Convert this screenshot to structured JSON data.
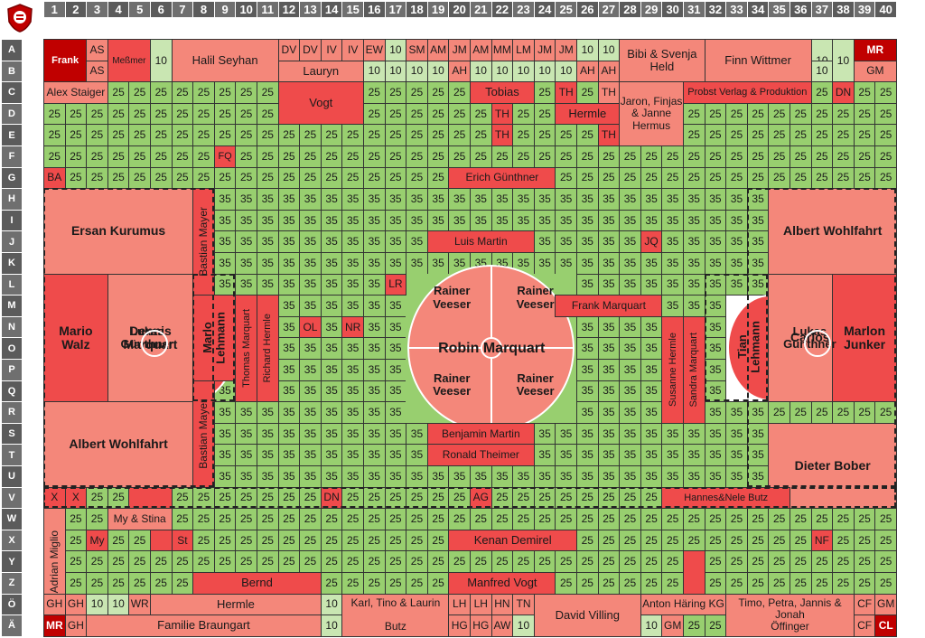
{
  "columns": [
    "1",
    "2",
    "3",
    "4",
    "5",
    "6",
    "7",
    "8",
    "9",
    "10",
    "11",
    "12",
    "13",
    "14",
    "15",
    "16",
    "17",
    "18",
    "19",
    "20",
    "21",
    "22",
    "23",
    "24",
    "25",
    "26",
    "27",
    "28",
    "29",
    "30",
    "31",
    "32",
    "33",
    "34",
    "35",
    "36",
    "37",
    "38",
    "39",
    "40"
  ],
  "rows": [
    "A",
    "B",
    "C",
    "D",
    "E",
    "F",
    "G",
    "H",
    "I",
    "J",
    "K",
    "L",
    "M",
    "N",
    "O",
    "P",
    "Q",
    "R",
    "S",
    "T",
    "U",
    "V",
    "W",
    "X",
    "Y",
    "Z",
    "Ö",
    "Ä"
  ],
  "colors": {
    "dark": "#c00000",
    "red": "#ef4b4b",
    "salmon": "#f4877a",
    "light": "#c9e6b2",
    "green": "#98cf6f",
    "grid": "#333333",
    "pitch": "#6fb84a"
  },
  "values": {
    "ten": "10",
    "twenty_five": "25",
    "thirty_five": "35"
  },
  "labels": [
    {
      "id": "frank",
      "text": "Frank"
    },
    {
      "id": "as1",
      "text": "AS"
    },
    {
      "id": "as2",
      "text": "AS"
    },
    {
      "id": "messmer",
      "text": "Meßmer"
    },
    {
      "id": "halil",
      "text": "Halil Seyhan"
    },
    {
      "id": "dv1",
      "text": "DV"
    },
    {
      "id": "dv2",
      "text": "DV"
    },
    {
      "id": "iv1",
      "text": "IV"
    },
    {
      "id": "iv2",
      "text": "IV"
    },
    {
      "id": "ew",
      "text": "EW"
    },
    {
      "id": "sm",
      "text": "SM"
    },
    {
      "id": "am1",
      "text": "AM"
    },
    {
      "id": "jm1",
      "text": "JM"
    },
    {
      "id": "am2",
      "text": "AM"
    },
    {
      "id": "mm",
      "text": "MM"
    },
    {
      "id": "lm",
      "text": "LM"
    },
    {
      "id": "jm2",
      "text": "JM"
    },
    {
      "id": "jm3",
      "text": "JM"
    },
    {
      "id": "bibi",
      "text": "Bibi & Svenja\nHeld"
    },
    {
      "id": "finn",
      "text": "Finn Wittmer"
    },
    {
      "id": "mr1",
      "text": "MR"
    },
    {
      "id": "gm1",
      "text": "GM"
    },
    {
      "id": "lauryn",
      "text": "Lauryn"
    },
    {
      "id": "ah1",
      "text": "AH"
    },
    {
      "id": "ah2",
      "text": "AH"
    },
    {
      "id": "ah3",
      "text": "AH"
    },
    {
      "id": "alex",
      "text": "Alex Staiger"
    },
    {
      "id": "vogt",
      "text": "Vogt"
    },
    {
      "id": "tobias",
      "text": "Tobias"
    },
    {
      "id": "th1",
      "text": "TH"
    },
    {
      "id": "th2",
      "text": "TH"
    },
    {
      "id": "th3",
      "text": "TH"
    },
    {
      "id": "th4",
      "text": "TH"
    },
    {
      "id": "th5",
      "text": "TH"
    },
    {
      "id": "hermle_top",
      "text": "Hermle"
    },
    {
      "id": "jaron",
      "text": "Jaron, Finjas\n& Janne\nHermus"
    },
    {
      "id": "probst",
      "text": "Probst Verlag & Produktion"
    },
    {
      "id": "dn1",
      "text": "DN"
    },
    {
      "id": "fq",
      "text": "FQ"
    },
    {
      "id": "ba",
      "text": "BA"
    },
    {
      "id": "erich",
      "text": "Erich Günthner"
    },
    {
      "id": "ersan",
      "text": "Ersan Kurumus"
    },
    {
      "id": "albert1",
      "text": "Albert Wohlfahrt"
    },
    {
      "id": "bastian1",
      "text": "Bastian Mayer"
    },
    {
      "id": "luis",
      "text": "Luis Martin"
    },
    {
      "id": "jq",
      "text": "JQ"
    },
    {
      "id": "lr",
      "text": "LR"
    },
    {
      "id": "mario",
      "text": "Mario\nWalz"
    },
    {
      "id": "dennis",
      "text": "Dennis\nMarquart"
    },
    {
      "id": "lukas1",
      "text": "Lukas\nGünthner"
    },
    {
      "id": "marlo",
      "text": "Marlo\nLehmann"
    },
    {
      "id": "thomas",
      "text": "Thomas Marquart"
    },
    {
      "id": "richard",
      "text": "Richard Hermle"
    },
    {
      "id": "ol",
      "text": "OL"
    },
    {
      "id": "nr",
      "text": "NR"
    },
    {
      "id": "rv1",
      "text": "Rainer\nVeeser"
    },
    {
      "id": "rv2",
      "text": "Rainer\nVeeser"
    },
    {
      "id": "rv3",
      "text": "Rainer\nVeeser"
    },
    {
      "id": "rv4",
      "text": "Rainer\nVeeser"
    },
    {
      "id": "robin",
      "text": "Robin Marquart"
    },
    {
      "id": "frank_m",
      "text": "Frank Marquart"
    },
    {
      "id": "susanne",
      "text": "Susanne Hermle"
    },
    {
      "id": "sandra",
      "text": "Sandra Marquart"
    },
    {
      "id": "tian",
      "text": "Tian\nLehmann"
    },
    {
      "id": "carlos",
      "text": "Carlos Junker"
    },
    {
      "id": "lukas2",
      "text": "Lukas\nGünthner"
    },
    {
      "id": "marlon",
      "text": "Marlon\nJunker"
    },
    {
      "id": "albert2",
      "text": "Albert Wohlfahrt"
    },
    {
      "id": "bastian2",
      "text": "Bastian Mayer"
    },
    {
      "id": "benjamin",
      "text": "Benjamin Martin"
    },
    {
      "id": "ronald",
      "text": "Ronald Theimer"
    },
    {
      "id": "dieter",
      "text": "Dieter Bober"
    },
    {
      "id": "x1",
      "text": "X"
    },
    {
      "id": "x2",
      "text": "X"
    },
    {
      "id": "dn2",
      "text": "DN"
    },
    {
      "id": "ag",
      "text": "AG"
    },
    {
      "id": "hannes",
      "text": "Hannes&Nele Butz"
    },
    {
      "id": "adrian",
      "text": "Adrian Miglio"
    },
    {
      "id": "mystina",
      "text": "My & Stina"
    },
    {
      "id": "my",
      "text": "My"
    },
    {
      "id": "st",
      "text": "St"
    },
    {
      "id": "kenan",
      "text": "Kenan Demirel"
    },
    {
      "id": "nf",
      "text": "NF"
    },
    {
      "id": "bernd",
      "text": "Bernd"
    },
    {
      "id": "manfred",
      "text": "Manfred Vogt"
    },
    {
      "id": "gh1",
      "text": "GH"
    },
    {
      "id": "gh2",
      "text": "GH"
    },
    {
      "id": "wr",
      "text": "WR"
    },
    {
      "id": "hermle_bot",
      "text": "Hermle"
    },
    {
      "id": "karl",
      "text": "Karl, Tino & Laurin\n\nButz"
    },
    {
      "id": "lh1",
      "text": "LH"
    },
    {
      "id": "lh2",
      "text": "LH"
    },
    {
      "id": "hn",
      "text": "HN"
    },
    {
      "id": "tn",
      "text": "TN"
    },
    {
      "id": "david",
      "text": "David Villing"
    },
    {
      "id": "anton",
      "text": "Anton Häring KG"
    },
    {
      "id": "timo",
      "text": "Timo, Petra, Jannis & Jonah\nÖffinger"
    },
    {
      "id": "cf1",
      "text": "CF"
    },
    {
      "id": "gm2",
      "text": "GM"
    },
    {
      "id": "mr2",
      "text": "MR"
    },
    {
      "id": "gh3",
      "text": "GH"
    },
    {
      "id": "braungart",
      "text": "Familie Braungart"
    },
    {
      "id": "hg1",
      "text": "HG"
    },
    {
      "id": "hg2",
      "text": "HG"
    },
    {
      "id": "aw",
      "text": "AW"
    },
    {
      "id": "gm3",
      "text": "GM"
    },
    {
      "id": "cf2",
      "text": "CF"
    },
    {
      "id": "cl",
      "text": "CL"
    }
  ]
}
